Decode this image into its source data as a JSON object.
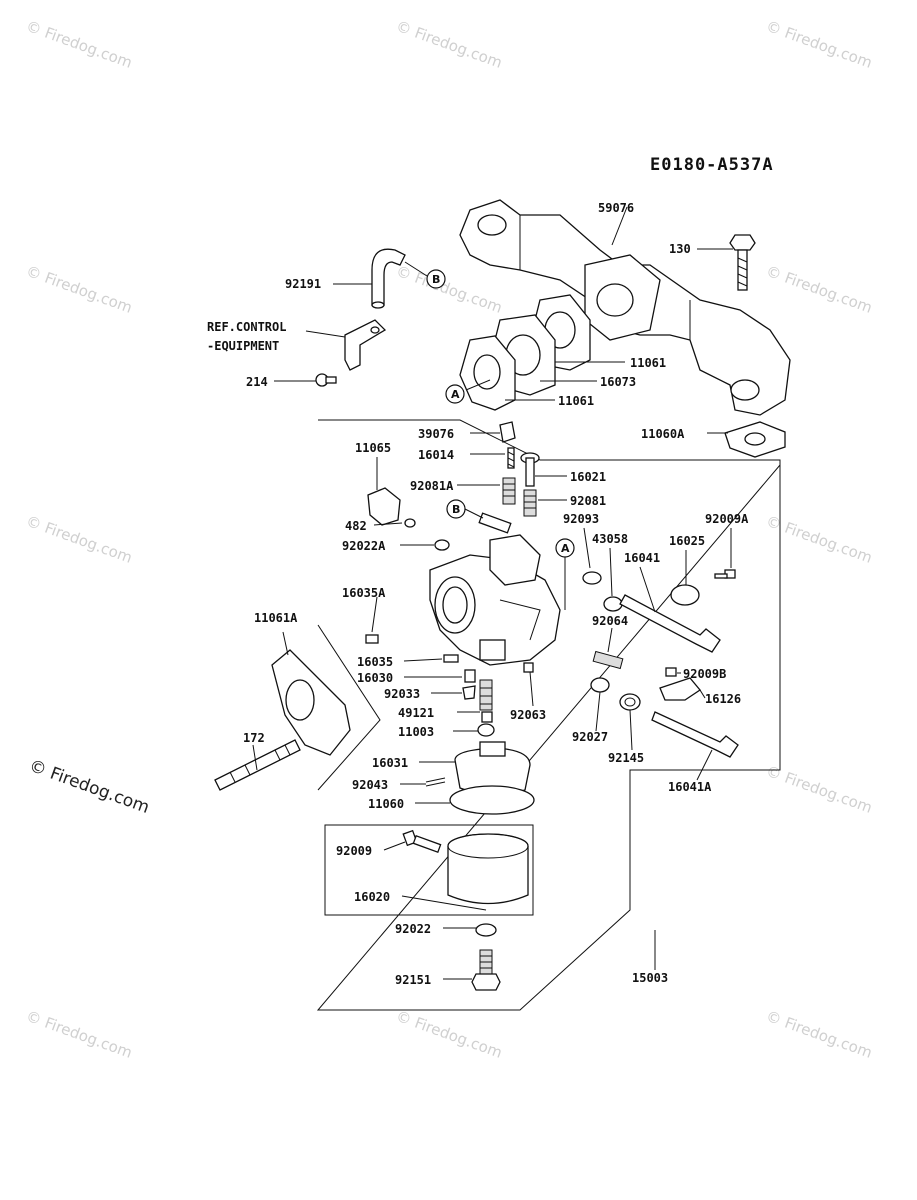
{
  "diagram_code": "E0180-A537A",
  "watermark": "© Firedog.com",
  "ref_note": [
    "REF.CONTROL",
    "-EQUIPMENT"
  ],
  "callouts": {
    "A": "A",
    "B": "B"
  },
  "labels": {
    "59076": "59076",
    "130": "130",
    "92191": "92191",
    "214": "214",
    "11061_top": "11061",
    "16073": "16073",
    "11061_bottom": "11061",
    "11060A": "11060A",
    "39076": "39076",
    "16014": "16014",
    "16021": "16021",
    "11065": "11065",
    "92081A": "92081A",
    "92081": "92081",
    "482": "482",
    "92093": "92093",
    "92009A": "92009A",
    "92022A": "92022A",
    "43058": "43058",
    "16025": "16025",
    "16041": "16041",
    "16035A": "16035A",
    "11061A": "11061A",
    "92064": "92064",
    "16035": "16035",
    "92009B": "92009B",
    "16030": "16030",
    "16126": "16126",
    "92033": "92033",
    "49121": "49121",
    "92063": "92063",
    "172": "172",
    "11003": "11003",
    "92027": "92027",
    "92145": "92145",
    "16031": "16031",
    "92043": "92043",
    "16041A": "16041A",
    "11060": "11060",
    "92009": "92009",
    "16020": "16020",
    "92022": "92022",
    "15003": "15003",
    "92151": "92151"
  }
}
